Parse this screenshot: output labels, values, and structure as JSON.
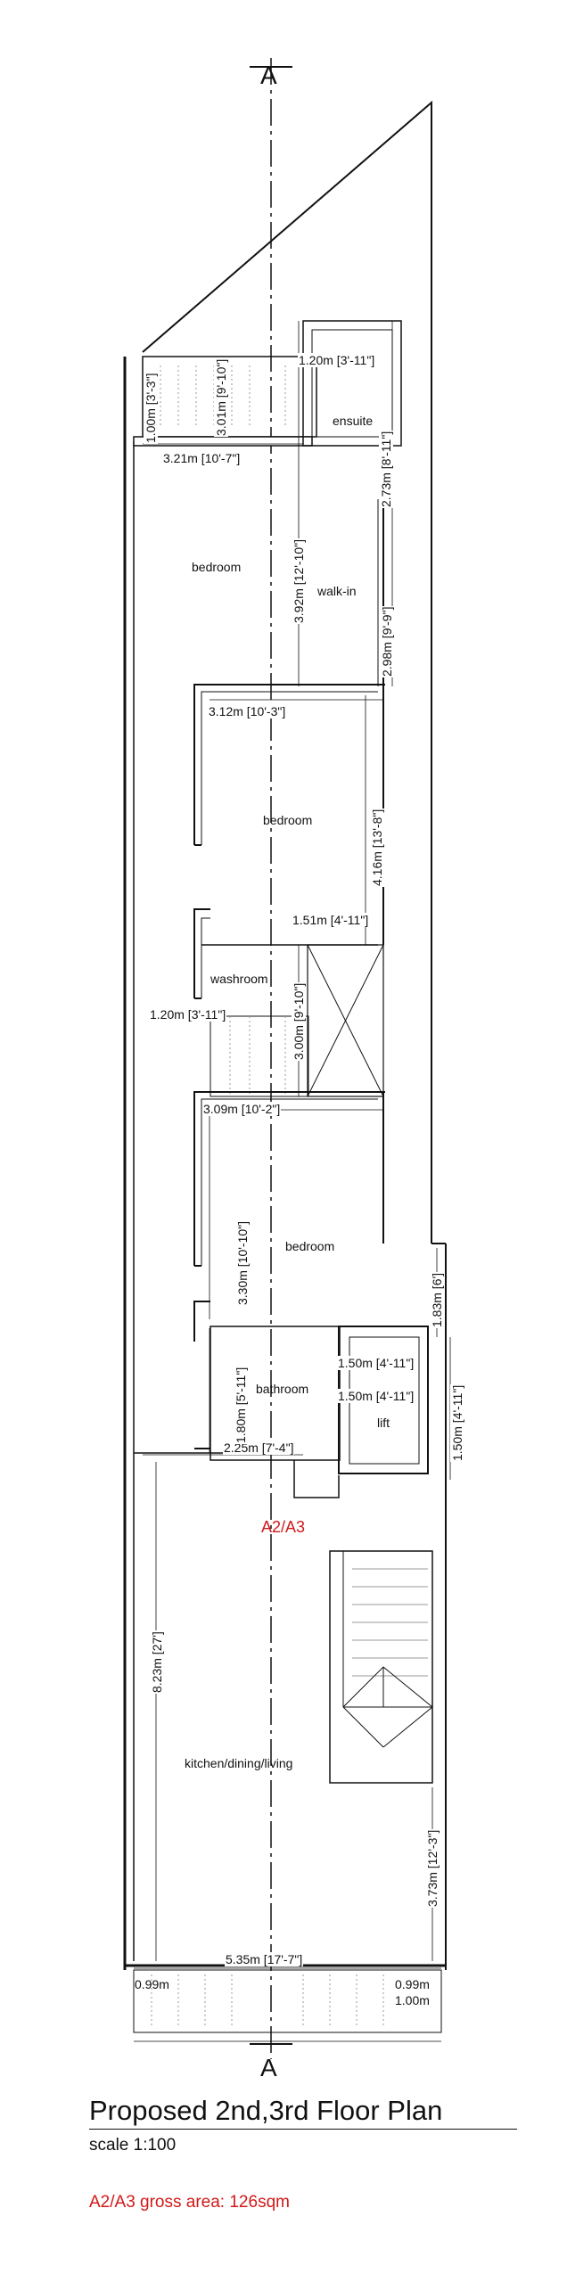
{
  "section_top": "A",
  "section_bottom": "A",
  "unit_tag": "A2/A3",
  "rooms": {
    "bedroom1": "bedroom",
    "walkin": "walk-in",
    "ensuite": "ensuite",
    "bedroom2": "bedroom",
    "washroom": "washroom",
    "bedroom3": "bedroom",
    "bathroom": "bathroom",
    "lift": "lift",
    "kitchen": "kitchen/dining/living"
  },
  "dims": {
    "d01": "3.01m [9'-10\"]",
    "d02": "1.20m [3'-11\"]",
    "d03": "1.00m [3'-3\"]",
    "d04": "2.73m [8'-11\"]",
    "d05": "3.21m [10'-7\"]",
    "d06": "3.92m [12'-10\"]",
    "d07": "2.98m [9'-9\"]",
    "d08": "3.12m [10'-3\"]",
    "d09": "4.16m [13'-8\"]",
    "d10": "1.51m [4'-11\"]",
    "d11": "3.00m [9'-10\"]",
    "d12": "1.20m [3'-11\"]",
    "d13": "3.09m [10'-2\"]",
    "d14": "3.30m [10'-10\"]",
    "d15": "1.83m [6']",
    "d16": "1.80m [5'-11\"]",
    "d17": "1.50m [4'-11\"]",
    "d18": "1.50m [4'-11\"]",
    "d19": "2.25m [7'-4\"]",
    "d20": "1.50m [4'-11\"]",
    "d21": "8.23m [27']",
    "d22": "3.73m [12'-3\"]",
    "d23": "5.35m [17'-7\"]",
    "d24": "0.99m",
    "d25": "0.99m",
    "d26": "1.00m"
  },
  "title": "Proposed 2nd,3rd Floor Plan",
  "scale": "scale 1:100",
  "gross_area": "A2/A3 gross area: 126sqm",
  "colors": {
    "line": "#111111",
    "accent": "#d11919"
  }
}
